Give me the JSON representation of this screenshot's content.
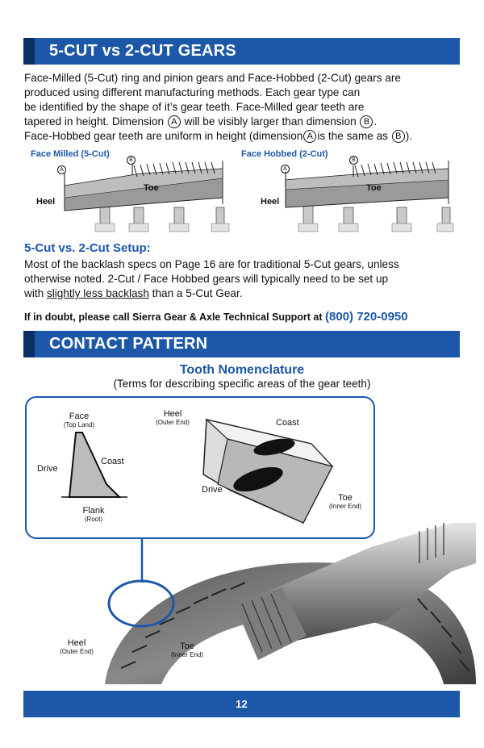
{
  "section1": {
    "title": "5-CUT vs 2-CUT GEARS",
    "intro_lines": [
      "Face-Milled (5-Cut) ring and pinion gears and Face-Hobbed (2-Cut) gears are",
      "produced using different manufacturing methods. Each gear type can",
      "be identified by the shape of it’s gear teeth. Face-Milled gear teeth are"
    ],
    "line4_pre": "tapered in height. Dimension",
    "line4_mid": "will be visibly larger than dimension",
    "line4_end": ".",
    "line5_pre": "Face-Hobbed gear teeth are uniform in height (dimension",
    "line5_mid": "is the same as",
    "line5_end": ").",
    "dim_a": "A",
    "dim_b": "B"
  },
  "diagrams": {
    "face_milled_title": "Face Milled (5-Cut)",
    "face_hobbed_title": "Face Hobbed (2-Cut)",
    "heel": "Heel",
    "toe": "Toe",
    "dim_a": "A",
    "dim_b": "B"
  },
  "setup": {
    "heading": "5-Cut vs. 2-Cut Setup:",
    "lines": [
      "Most of the backlash specs on Page 16 are for traditional 5-Cut gears, unless",
      "otherwise noted. 2-Cut / Face Hobbed gears will typically need to be set up"
    ],
    "line3_pre": "with ",
    "line3_underlined": "slightly less backlash",
    "line3_post": " than a 5-Cut Gear."
  },
  "support": {
    "text": "If in doubt, please call Sierra Gear & Axle Technical Support at",
    "phone": "(800) 720-0950"
  },
  "section2": {
    "title": "CONTACT PATTERN",
    "subtitle": "Tooth Nomenclature",
    "caption": "(Terms for describing specific areas of the gear teeth)"
  },
  "nomenclature": {
    "face": "Face",
    "face_sub": "(Top Land)",
    "drive": "Drive",
    "coast": "Coast",
    "flank": "Flank",
    "flank_sub": "(Root)",
    "heel": "Heel",
    "heel_sub": "(Outer End)",
    "coast3d": "Coast",
    "drive3d": "Drive",
    "toe": "Toe",
    "toe_sub": "(Inner End)"
  },
  "photo_labels": {
    "heel": "Heel",
    "heel_sub": "(Outer End)",
    "toe": "Toe",
    "toe_sub": "(Inner End)"
  },
  "footer": {
    "page_number": "12"
  },
  "colors": {
    "brand_blue": "#1c57a8",
    "banner_dark": "#0c2f63"
  }
}
